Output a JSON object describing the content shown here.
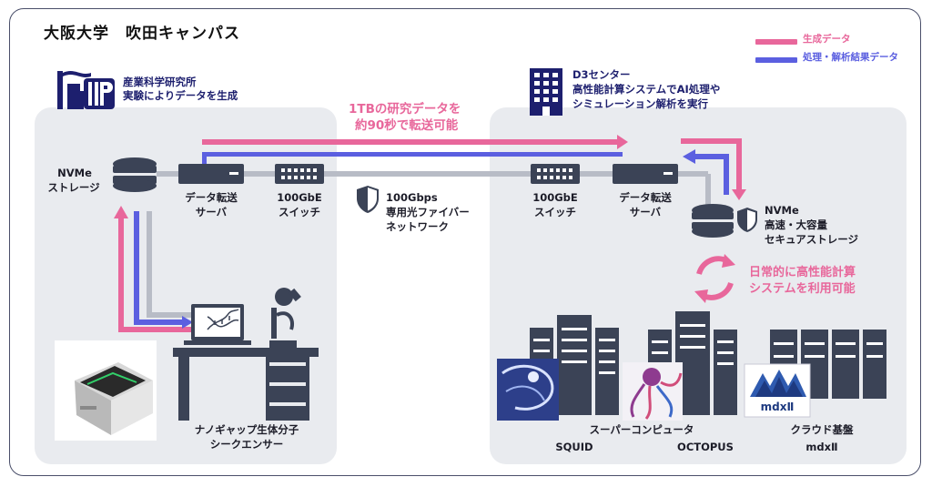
{
  "title": "大阪大学　吹田キャンパス",
  "legend": {
    "items": [
      {
        "label": "生成データ",
        "color": "#e8679b"
      },
      {
        "label": "処理・解析結果データ",
        "color": "#5b5fe0"
      }
    ]
  },
  "sanken": {
    "line1": "産業科学研究所",
    "line2": "実験によりデータを生成"
  },
  "d3center": {
    "line1": "D3センター",
    "line2": "高性能計算システムでAI処理や",
    "line3": "シミュレーション解析を実行"
  },
  "transfer_note": {
    "line1": "1TBの研究データを",
    "line2": "約90秒で転送可能"
  },
  "left": {
    "storage": {
      "line1": "NVMe",
      "line2": "ストレージ"
    },
    "server": {
      "line1": "データ転送",
      "line2": "サーバ"
    },
    "switch": {
      "line1": "100GbE",
      "line2": "スイッチ"
    },
    "sequencer": {
      "line1": "ナノギャップ生体分子",
      "line2": "シークエンサー"
    }
  },
  "network": {
    "line1": "100Gbps",
    "line2": "専用光ファイバー",
    "line3": "ネットワーク"
  },
  "right": {
    "switch": {
      "line1": "100GbE",
      "line2": "スイッチ"
    },
    "server": {
      "line1": "データ転送",
      "line2": "サーバ"
    },
    "storage": {
      "line1": "NVMe",
      "line2": "高速・大容量",
      "line3": "セキュアストレージ"
    },
    "cycle_note": {
      "line1": "日常的に高性能計算",
      "line2": "システムを利用可能"
    },
    "supercomputer": {
      "label": "スーパーコンピュータ",
      "squid": "SQUID",
      "octopus": "OCTOPUS"
    },
    "cloud": {
      "label": "クラウド基盤",
      "name": "mdxⅡ",
      "logo_text": "mdxⅡ"
    }
  },
  "colors": {
    "pink": "#e8679b",
    "blue": "#5b5fe0",
    "navy": "#1d1f6e",
    "device": "#3b4356",
    "panel": "#e9ebef",
    "cable": "#b8bcc6"
  }
}
